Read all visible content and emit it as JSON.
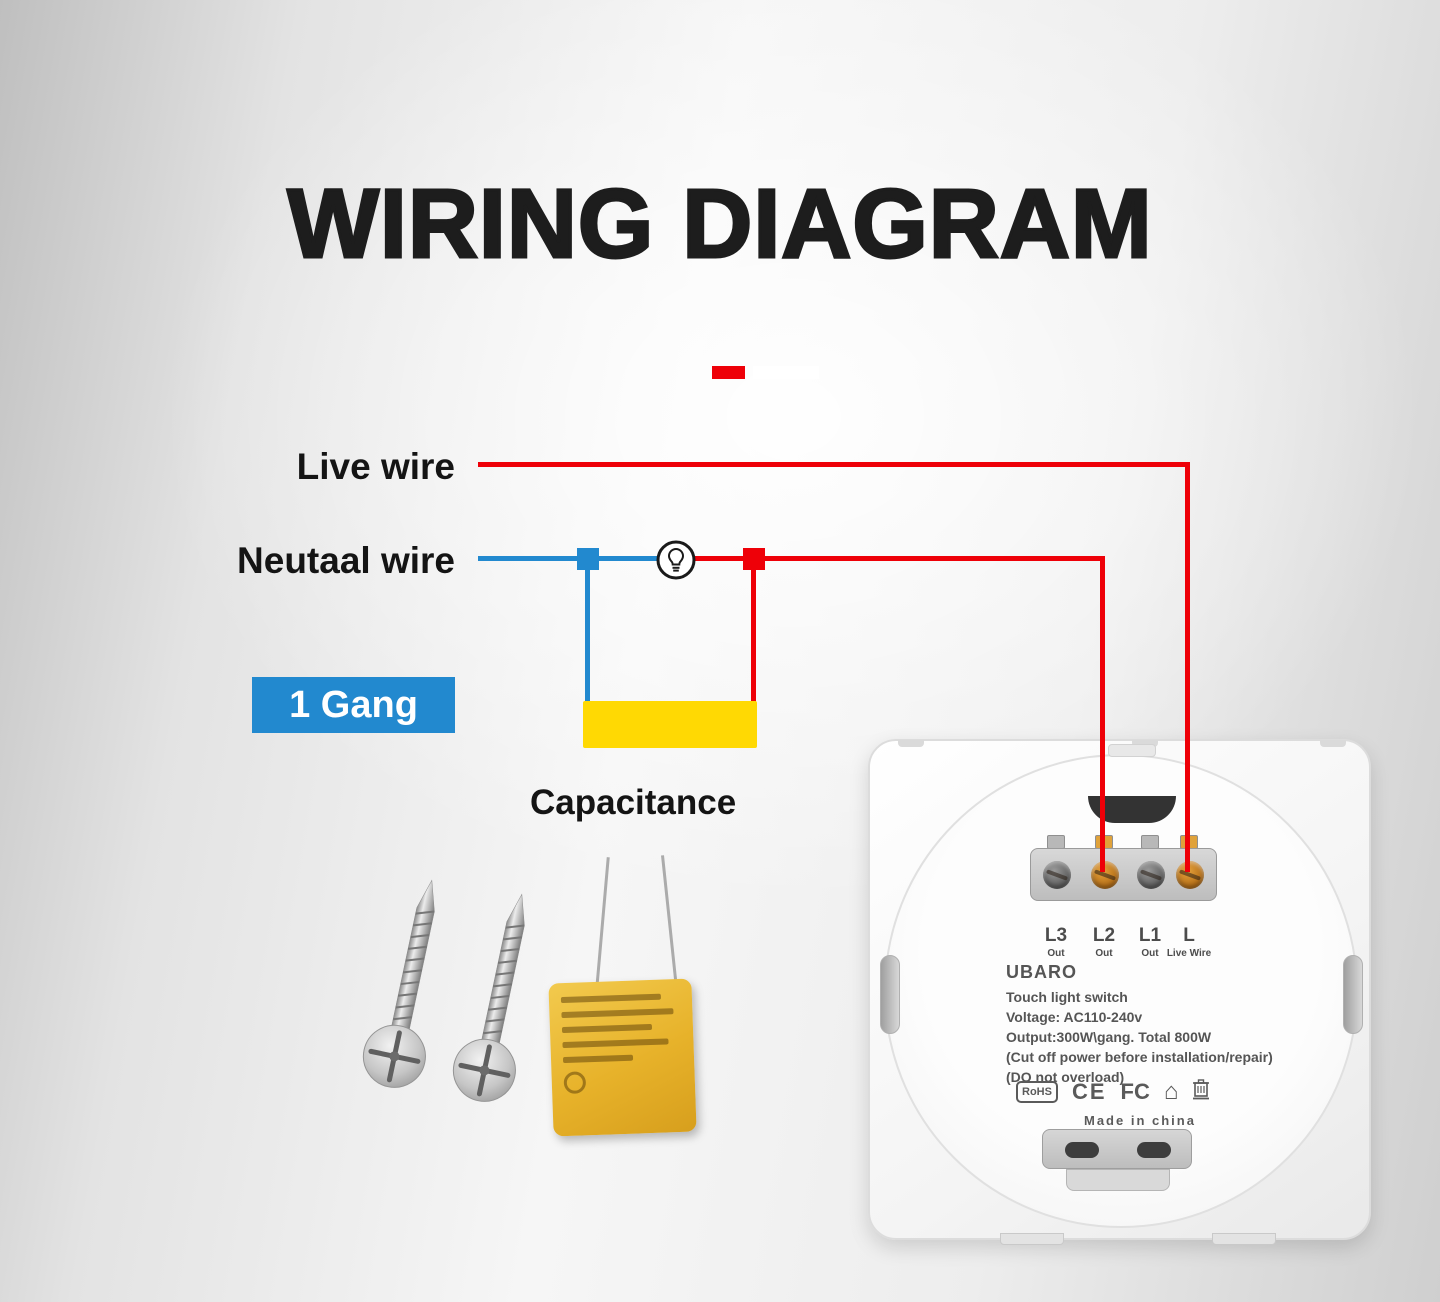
{
  "title": "WIRING DIAGRAM",
  "diagram": {
    "live_wire_label": "Live wire",
    "neutral_wire_label": "Neutaal wire",
    "gang_badge": "1 Gang",
    "capacitance_label": "Capacitance"
  },
  "icons": {
    "house": "⌂"
  },
  "colors": {
    "wire_red": "#ee0008",
    "wire_blue": "#2289cf",
    "badge_blue": "#2289cf",
    "capacitor_yellow": "#ffd903",
    "title_black": "#1d1d1d"
  },
  "switch": {
    "brand": "UBARO",
    "terminals": [
      {
        "name": "L3",
        "sub": "Out"
      },
      {
        "name": "L2",
        "sub": "Out"
      },
      {
        "name": "L1",
        "sub": "Out"
      },
      {
        "name": "L",
        "sub": "Live Wire"
      }
    ],
    "spec_lines": [
      "Touch light switch",
      "Voltage: AC110-240v",
      "Output:300W\\gang. Total 800W",
      "(Cut off power before installation/repair)",
      "(DO not overload)"
    ],
    "certs": {
      "rohs": "RoHS",
      "ce": "CE",
      "fc": "FC"
    },
    "made_in": "Made in china"
  }
}
